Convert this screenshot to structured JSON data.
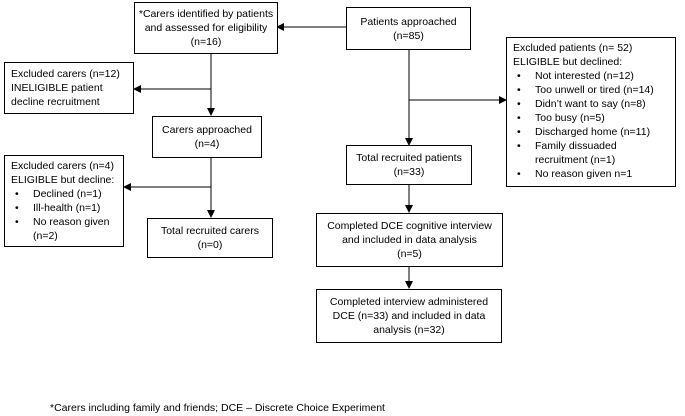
{
  "boxes": {
    "carers_identified": {
      "lines": [
        "*Carers identified by patients",
        "and assessed for eligibility",
        "(n=16)"
      ]
    },
    "patients_approached": {
      "lines": [
        "Patients approached",
        "(n=85)"
      ]
    },
    "excluded_carers_ineligible": {
      "lines": [
        "Excluded carers (n=12)",
        "INELIGIBLE patient",
        "decline recruitment"
      ]
    },
    "excluded_patients": {
      "heading": [
        "Excluded patients (n= 52)",
        "ELIGIBLE but declined:"
      ],
      "items": [
        "Not interested (n=12)",
        "Too unwell or tired (n=14)",
        "Didn’t want to say (n=8)",
        "Too busy (n=5)",
        "Discharged home (n=11)",
        "Family dissuaded recruitment (n=1)",
        "No reason given n=1"
      ]
    },
    "carers_approached": {
      "lines": [
        "Carers approached",
        "(n=4)"
      ]
    },
    "total_recruited_patients": {
      "lines": [
        "Total recruited patients",
        "(n=33)"
      ]
    },
    "excluded_carers_eligible": {
      "heading": [
        "Excluded carers (n=4)",
        "ELIGIBLE but decline:"
      ],
      "items": [
        "Declined (n=1)",
        "Ill-health (n=1)",
        "No reason given (n=2)"
      ]
    },
    "total_recruited_carers": {
      "lines": [
        "Total recruited carers",
        "(n=0)"
      ]
    },
    "completed_dce_cognitive": {
      "lines": [
        "Completed DCE cognitive interview",
        "and included in data analysis",
        "(n=5)"
      ]
    },
    "completed_interview_dce": {
      "lines": [
        "Completed interview administered",
        "DCE (n=33) and included in data",
        "analysis (n=32)"
      ]
    }
  },
  "footnote": "*Carers including family and friends; DCE – Discrete Choice Experiment"
}
